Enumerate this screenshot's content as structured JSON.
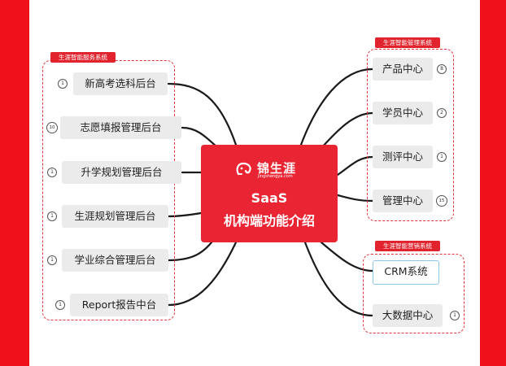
{
  "center": {
    "logo_name": "锦生涯",
    "logo_url": "Jingshengya.com",
    "title": "SaaS",
    "subtitle": "机构端功能介绍"
  },
  "groups": {
    "service": "生涯智能服务系统",
    "management": "生涯智能管理系统",
    "marketing": "生涯智能营销系统"
  },
  "left_nodes": [
    {
      "label": "新高考选科后台",
      "badge": "1"
    },
    {
      "label": "志愿填报管理后台",
      "badge": "10"
    },
    {
      "label": "升学规划管理后台",
      "badge": "1"
    },
    {
      "label": "生涯规划管理后台",
      "badge": "1"
    },
    {
      "label": "学业综合管理后台",
      "badge": "1"
    },
    {
      "label": "Report报告中台",
      "badge": "1"
    }
  ],
  "management_nodes": [
    {
      "label": "产品中心",
      "badge": "8"
    },
    {
      "label": "学员中心",
      "badge": "2"
    },
    {
      "label": "测评中心",
      "badge": "1"
    },
    {
      "label": "管理中心",
      "badge": "15"
    }
  ],
  "marketing_nodes": [
    {
      "label": "CRM系统",
      "badge": ""
    },
    {
      "label": "大数据中心",
      "badge": "1"
    }
  ],
  "colors": {
    "accent": "#ea2533",
    "side_bars": "#f0101b",
    "node_fill": "#ebebeb",
    "connector": "#1a1a1a",
    "selected_outline": "#8fc6ea"
  }
}
